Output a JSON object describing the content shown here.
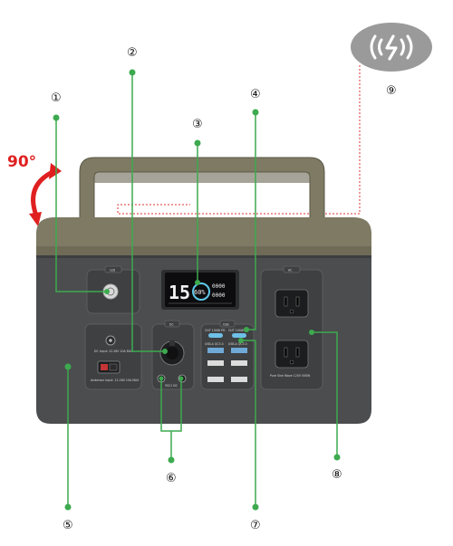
{
  "rotation": {
    "label": "90°",
    "color": "#e02020"
  },
  "colors": {
    "callout": "#3daa4f",
    "wireless": "#d33",
    "body": "#4b4d4f",
    "top": "#7e7a63"
  },
  "callouts": [
    "①",
    "②",
    "③",
    "④",
    "⑤",
    "⑥",
    "⑦",
    "⑧",
    "⑨"
  ],
  "display": {
    "big_digits": "15",
    "percent": "60%",
    "left_readout": "0000",
    "right_readout": "0000"
  },
  "port_labels": {
    "power": "LED",
    "dc": "DC",
    "usb": "USB",
    "ac": "AC",
    "dc_input": "DC Input: 12-28V 10A MAX",
    "anderson_input": "Anderson Input: 12-28V 10A MAX",
    "dc_out": "5521 DC",
    "pd_left": "OUT 100W PD",
    "pd_right": "OUT 100W PD",
    "usb_a": "USB-A QC3.0",
    "ac_rating": "Pure Sine Wave 120V 500W"
  },
  "icons": [
    "wireless-charging-icon",
    "power-button-icon",
    "car-socket-icon"
  ]
}
